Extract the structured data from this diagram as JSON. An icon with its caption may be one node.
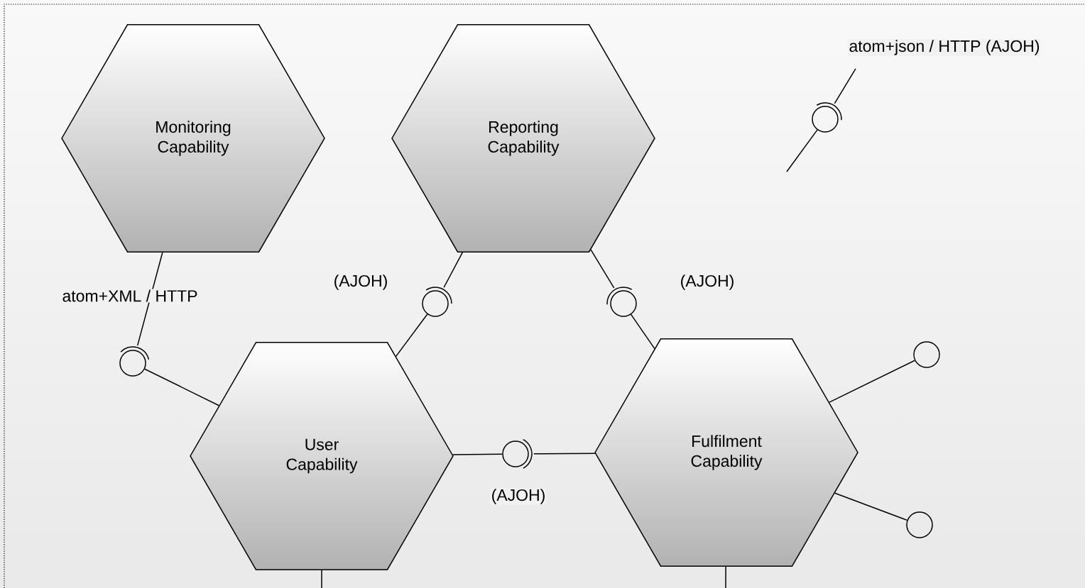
{
  "diagram": {
    "nodes": [
      {
        "text": [
          "Monitoring Capability"
        ]
      },
      {
        "text": [
          "Reporting Capability"
        ]
      },
      {
        "text": [
          "User Capability"
        ]
      },
      {
        "text": [
          "Fulfilment Capability"
        ]
      },
      {
        "text": [],
        "shape": "circle"
      },
      {
        "text": [],
        "shape": "circle"
      },
      {
        "text": [],
        "shape": "circle"
      },
      {
        "text": [],
        "shape": "circle"
      },
      {
        "text": [],
        "shape": "circle"
      },
      {
        "text": [],
        "shape": "circle"
      },
      {
        "text": [],
        "shape": "circle"
      }
    ],
    "edges": [
      {
        "from": 0,
        "to": 5,
        "arrow": "none"
      },
      {
        "from": 5,
        "to": 2,
        "arrow": "none"
      },
      {
        "from": 1,
        "to": 6,
        "arrow": "none"
      },
      {
        "from": 6,
        "to": 2,
        "arrow": "none"
      },
      {
        "from": 1,
        "to": 7,
        "arrow": "none"
      },
      {
        "from": 7,
        "to": 3,
        "arrow": "none"
      },
      {
        "from": 2,
        "to": 8,
        "arrow": "none"
      },
      {
        "from": 8,
        "to": 3,
        "arrow": "none"
      },
      {
        "from": 3,
        "to": 9,
        "arrow": "none"
      },
      {
        "from": 3,
        "to": 10,
        "arrow": "none"
      },
      {
        "from": null,
        "to": 4,
        "arrow": "none"
      },
      {
        "from": 4,
        "to": null,
        "arrow": "none"
      },
      {
        "from": 2,
        "to": null,
        "arrow": "none"
      },
      {
        "from": 3,
        "to": null,
        "arrow": "none"
      }
    ],
    "labels": [
      "atom+json / HTTP (AJOH)",
      "(AJOH)",
      "(AJOH)",
      "atom+XML / HTTP",
      "(AJOH)"
    ]
  }
}
